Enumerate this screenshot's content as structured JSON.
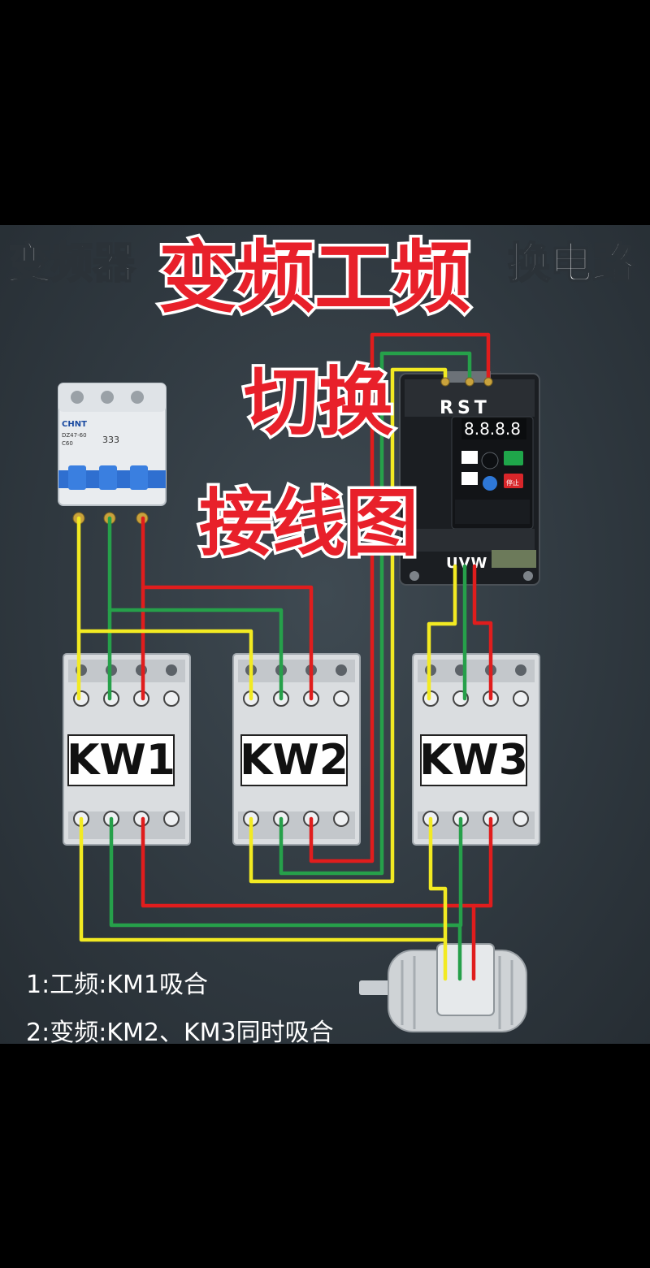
{
  "background_title": {
    "left": "变频器",
    "right": "换电路"
  },
  "overlay_title": {
    "line1": "变频工频",
    "line2": "切换",
    "line3": "接线图"
  },
  "breaker": {
    "brand": "CHNT",
    "model": "DZ47-60",
    "rating": "C60",
    "code": "333"
  },
  "inverter": {
    "inputs": "RST",
    "outputs": "UVW",
    "display": "8.8.8.8",
    "stop_label": "停止"
  },
  "contactors": [
    {
      "label": "KW1"
    },
    {
      "label": "KW2"
    },
    {
      "label": "KW3"
    }
  ],
  "notes": [
    "1:工频:KM1吸合",
    "2:变频:KM2、KM3同时吸合"
  ],
  "colors": {
    "phase1": "#f2ea22",
    "phase2": "#26a04a",
    "phase3": "#e01d1d",
    "background": "#323b42"
  }
}
